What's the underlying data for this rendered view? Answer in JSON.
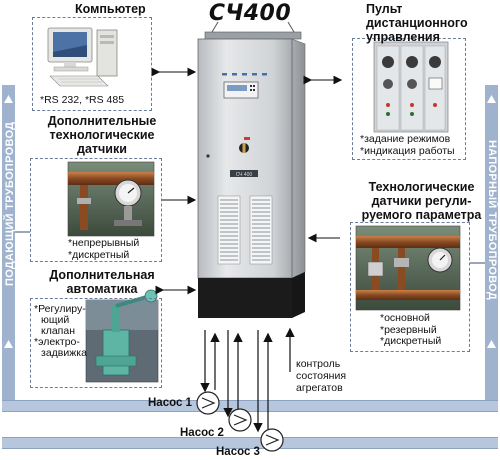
{
  "main_title": "СЧ400",
  "computer": {
    "title": "Компьютер",
    "notes": [
      "*RS 232, *RS 485"
    ]
  },
  "remote": {
    "title_lines": [
      "Пульт",
      "дистанционного",
      "управления"
    ],
    "notes": [
      "*задание режимов",
      "*индикация работы"
    ]
  },
  "extra_sensors": {
    "title_lines": [
      "Дополнительные",
      "технологические",
      "датчики"
    ],
    "notes": [
      "*непрерывный",
      "*дискретный"
    ]
  },
  "reg_sensors": {
    "title_lines": [
      "Технологические",
      "датчики регули-",
      "руемого параметра"
    ],
    "notes": [
      "*основной",
      "*резервный",
      "*дискретный"
    ]
  },
  "automation": {
    "title_lines": [
      "Дополнительная",
      "автоматика"
    ],
    "notes": [
      "*Регулиру-",
      "ющий",
      "клапан",
      "*электро-",
      "задвижка"
    ]
  },
  "pipes": {
    "left": "ПОДАЮЩИЙ ТРУБОПРОВОД",
    "right": "НАПОРНЫЙ ТРУБОПРОВОД"
  },
  "control_note": [
    "контроль",
    "состояния",
    "агрегатов"
  ],
  "pumps": [
    "Насос 1",
    "Насос 2",
    "Насос 3"
  ],
  "cabinet_label": "СЧ 400"
}
